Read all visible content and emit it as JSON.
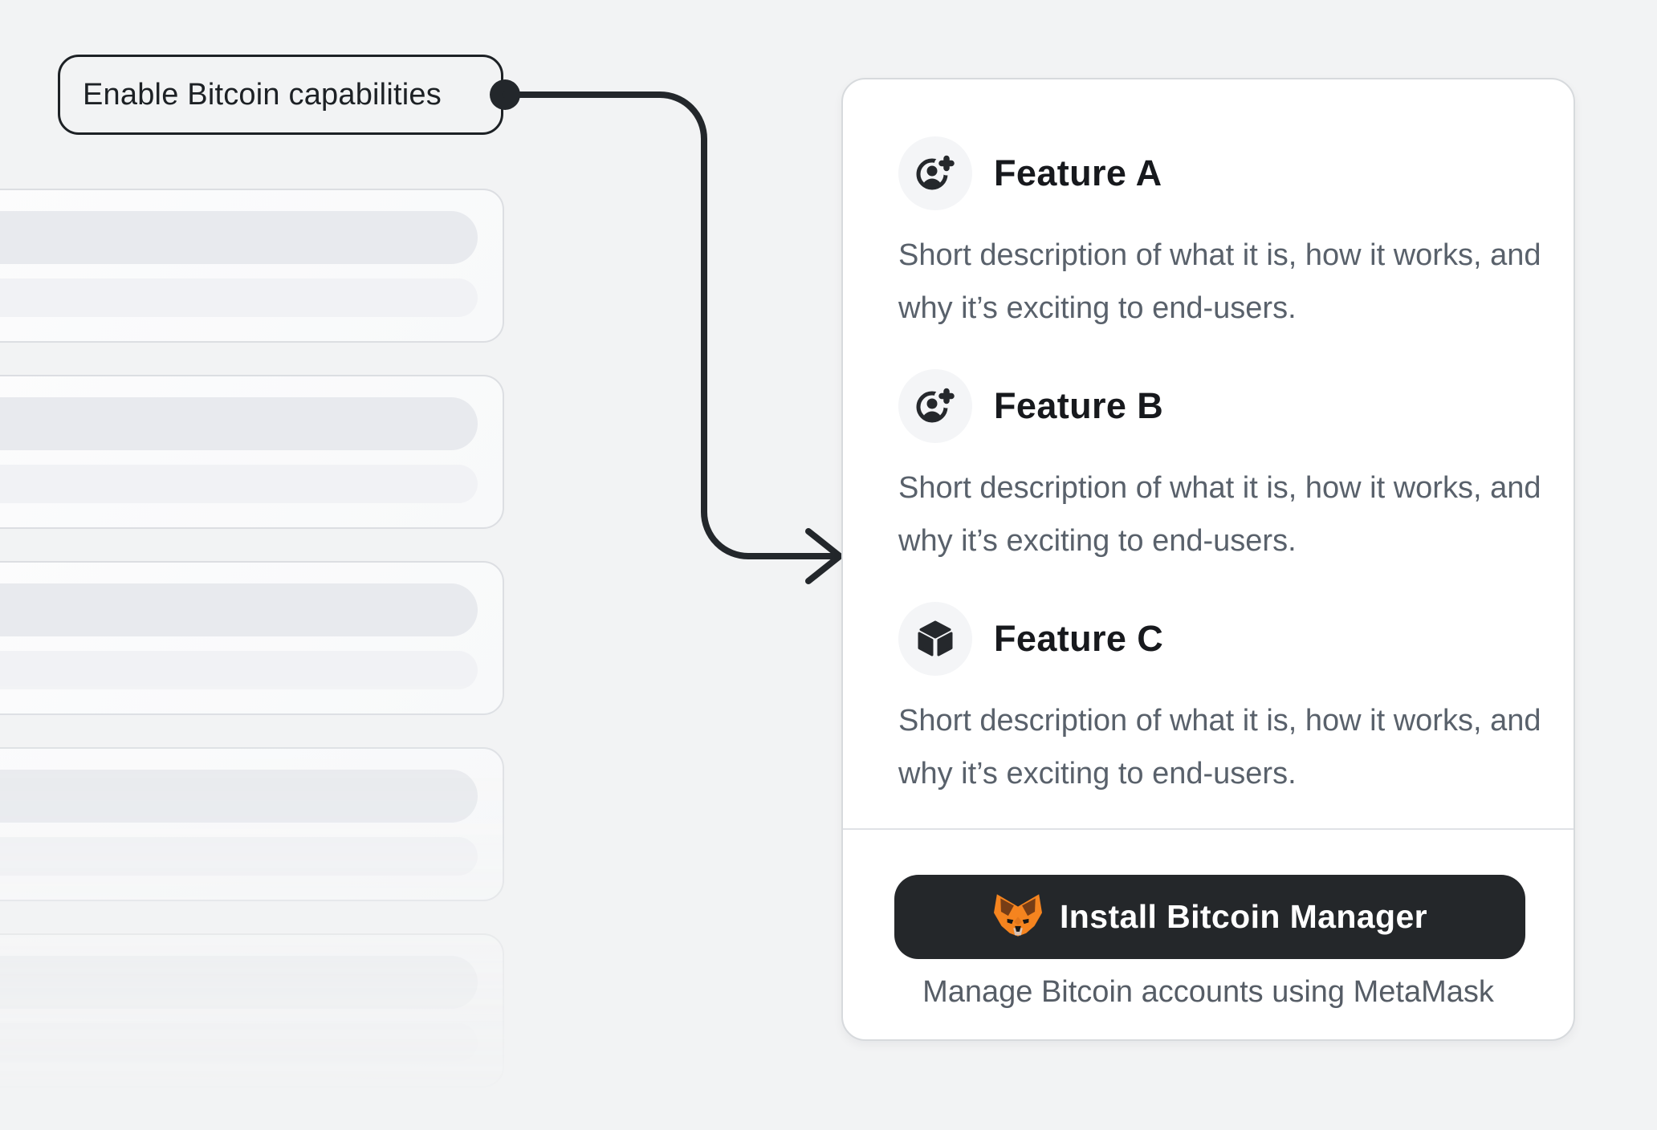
{
  "annotation": {
    "label": "Enable Bitcoin capabilities"
  },
  "skeleton": {
    "card_count": 5
  },
  "card": {
    "features": [
      {
        "icon": "user-add-icon",
        "title": "Feature A",
        "description": "Short description of what it is, how it works, and why it’s exciting to end-users."
      },
      {
        "icon": "user-add-icon",
        "title": "Feature B",
        "description": "Short description of what it is, how it works, and why it’s exciting to end-users."
      },
      {
        "icon": "cube-icon",
        "title": "Feature C",
        "description": "Short description of what it is, how it works, and why it’s exciting to end-users."
      }
    ],
    "footer": {
      "button_label": "Install Bitcoin Manager",
      "caption": "Manage Bitcoin accounts using MetaMask"
    }
  },
  "colors": {
    "page_background": "#f2f3f4",
    "ink": "#1d2125",
    "heading": "#17191d",
    "body_text": "#59616b",
    "card_background": "#ffffff",
    "card_border": "#d7dadd",
    "divider": "#e0e2e6",
    "button_background": "#24272a",
    "button_text": "#ffffff",
    "skeleton_pill_dark": "#e8eaee",
    "skeleton_pill_light": "#f1f2f5",
    "metamask_orange": "#f5841f",
    "metamask_dark_orange": "#e2761b",
    "metamask_brown": "#763d16",
    "metamask_beige": "#d7c1b3"
  }
}
